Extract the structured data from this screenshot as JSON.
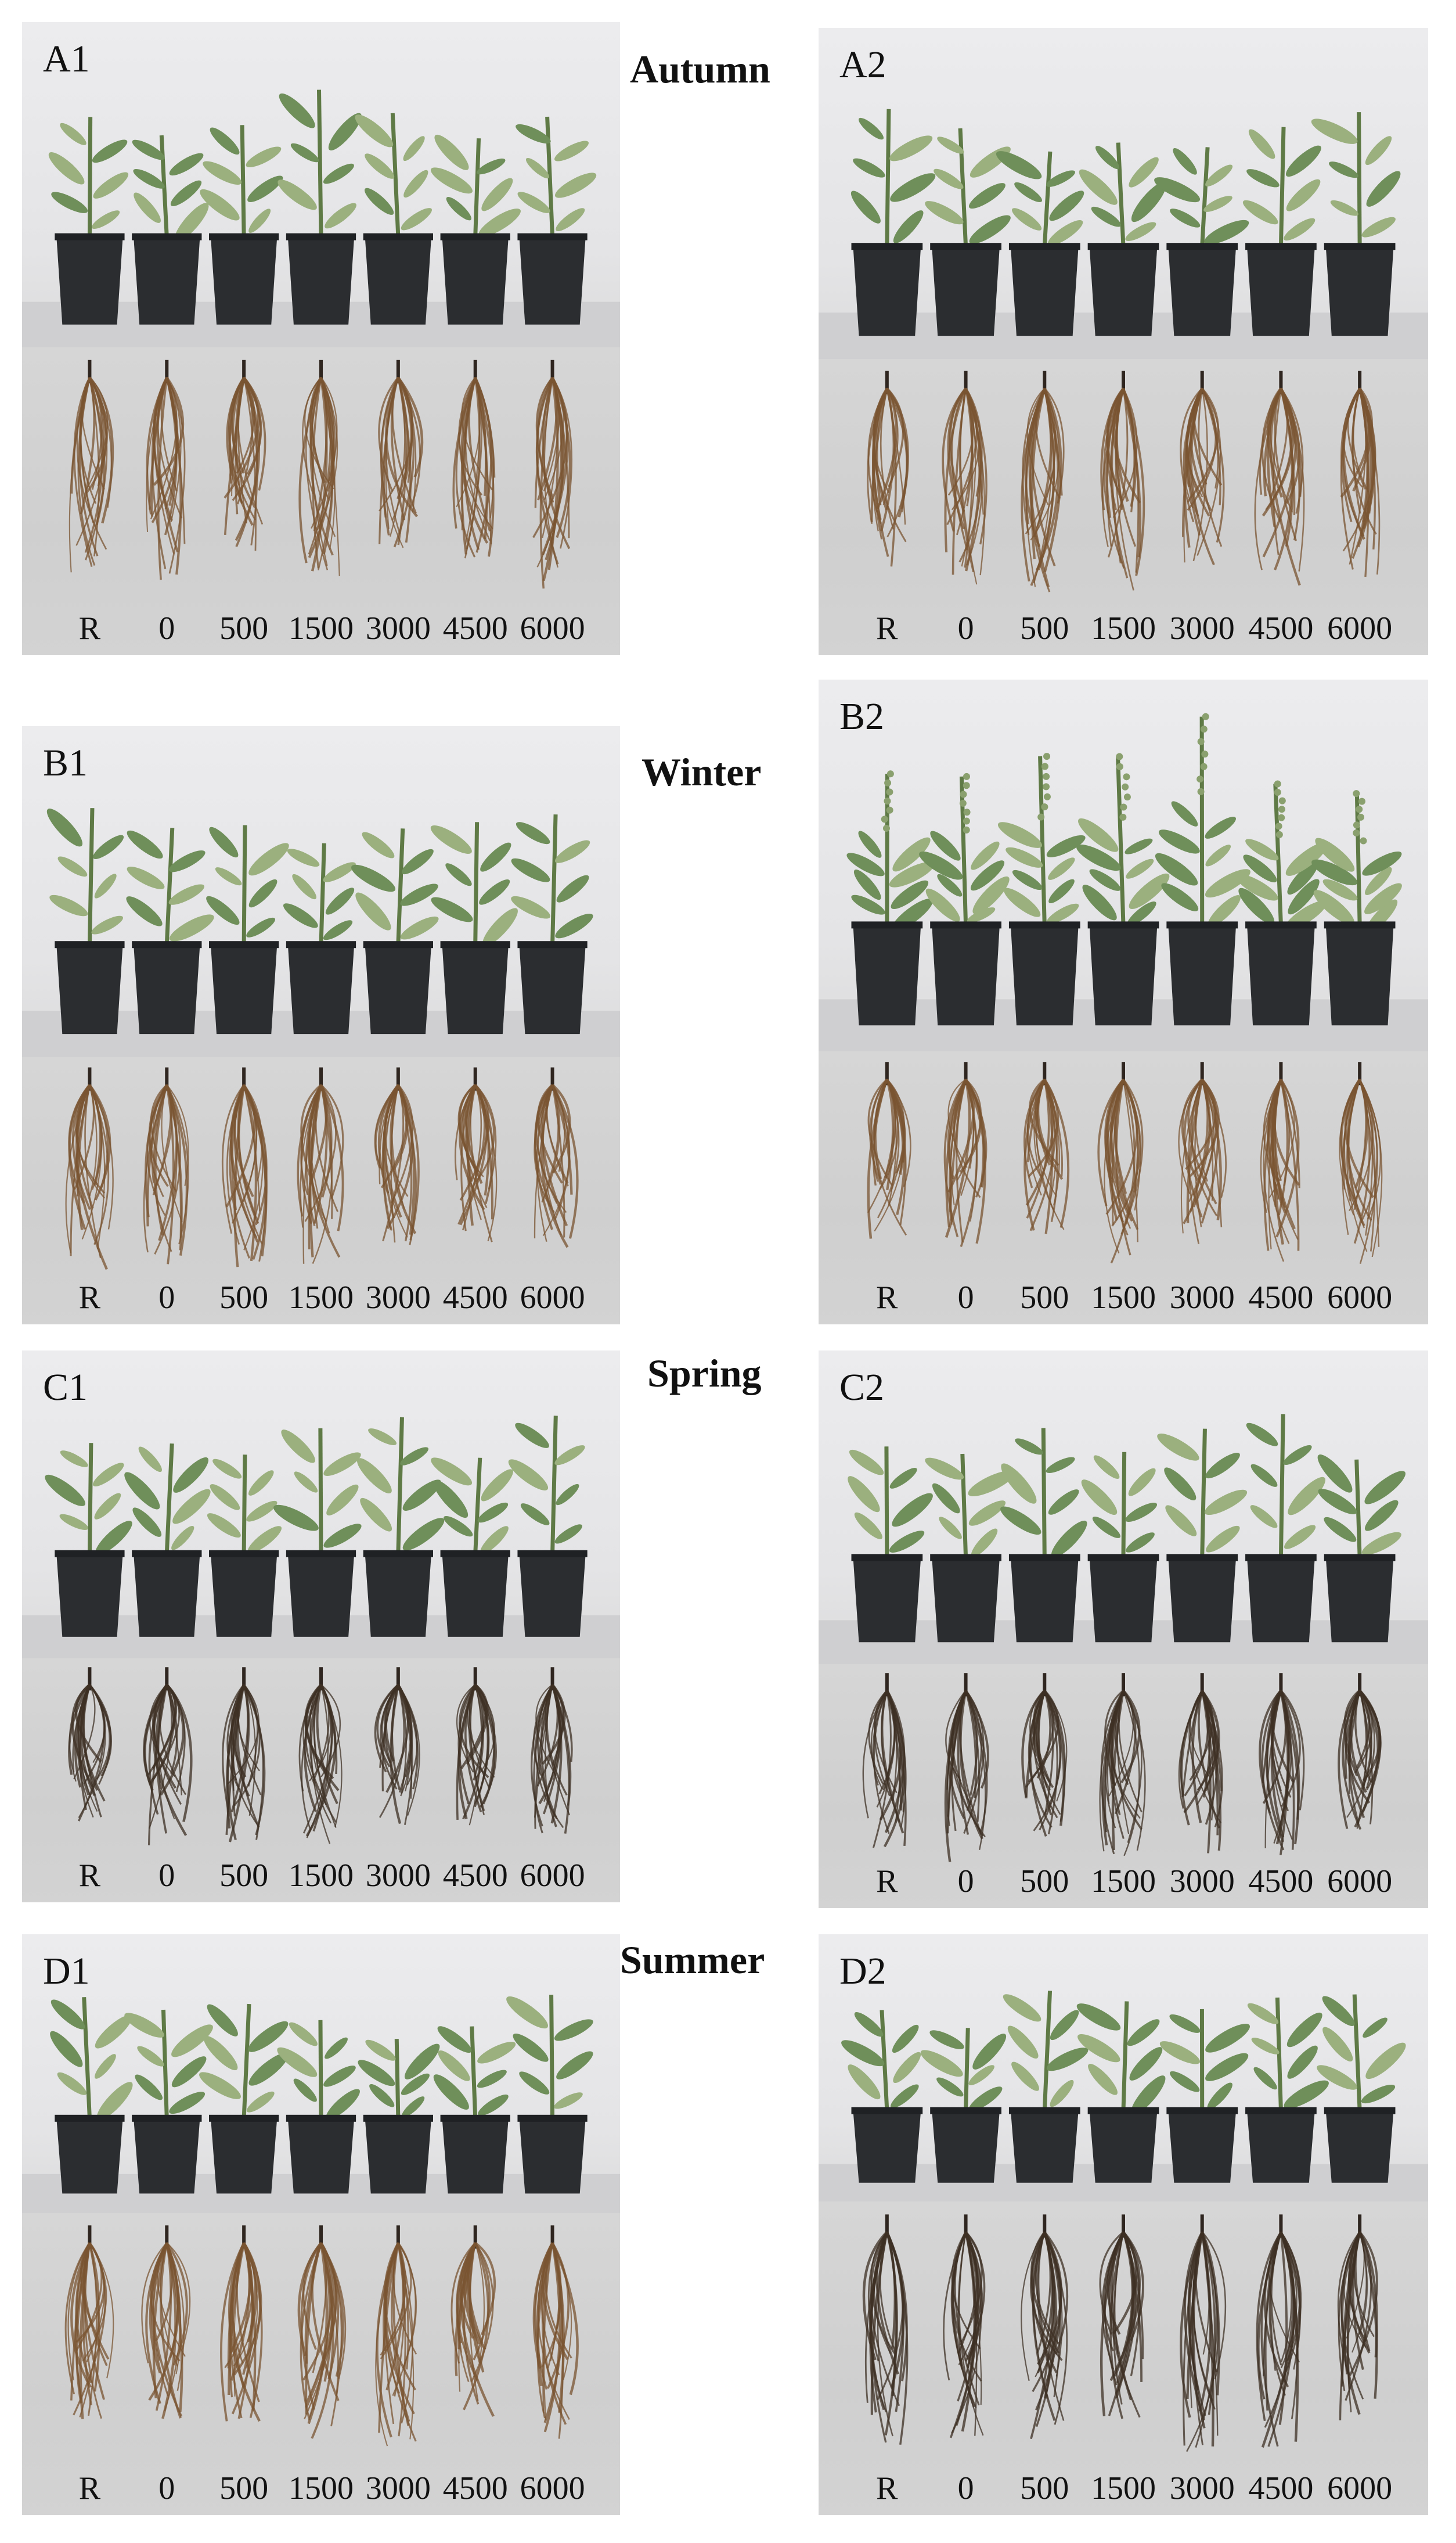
{
  "seasons": {
    "autumn": "Autumn",
    "winter": "Winter",
    "spring": "Spring",
    "summer": "Summer"
  },
  "treatments": [
    "R",
    "0",
    "500",
    "1500",
    "3000",
    "4500",
    "6000"
  ],
  "panels": {
    "A1": {
      "label": "A1"
    },
    "A2": {
      "label": "A2"
    },
    "B1": {
      "label": "B1"
    },
    "B2": {
      "label": "B2"
    },
    "C1": {
      "label": "C1"
    },
    "C2": {
      "label": "C2"
    },
    "D1": {
      "label": "D1"
    },
    "D2": {
      "label": "D2"
    }
  },
  "colors": {
    "pot": "#2b2d30",
    "leaf": "#6f8f5a",
    "leaf_light": "#9bb07e",
    "root": "#7a5432",
    "root_dark": "#3e3024",
    "stem": "#5f7a46"
  }
}
